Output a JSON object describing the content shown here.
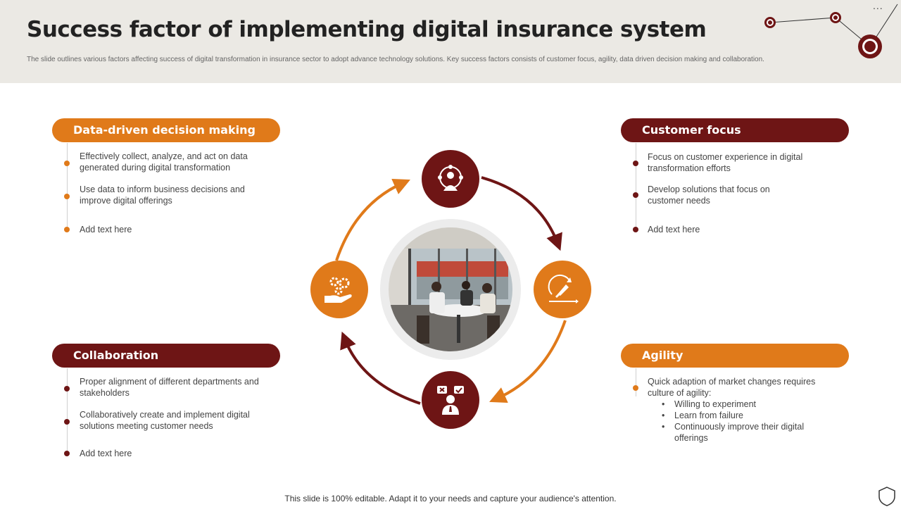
{
  "header": {
    "title": "Success factor of implementing digital insurance system",
    "subtitle": "The slide outlines various factors affecting success of digital transformation in insurance sector to adopt advance technology solutions. Key success factors consists of customer focus, agility, data driven decision making  and collaboration.",
    "menu": "..."
  },
  "colors": {
    "orange": "#e07a1a",
    "maroon": "#6e1515",
    "header_bg": "#ebe9e4"
  },
  "sections": {
    "data_driven": {
      "title": "Data-driven decision making",
      "items": [
        "Effectively  collect,  analyze,  and  act on data generated  during  digital transformation",
        "Use data to inform  business decisions and improve  digital offerings",
        "Add text here"
      ]
    },
    "customer_focus": {
      "title": "Customer focus",
      "items": [
        "Focus on customer experience  in digital transformation  efforts",
        "Develop  solutions that focus on customer needs",
        "Add text here"
      ]
    },
    "collaboration": {
      "title": "Collaboration",
      "items": [
        "Proper alignment  of different  departments and stakeholders",
        "Collaboratively  create and implement  digital solutions meeting customer needs",
        "Add text here"
      ]
    },
    "agility": {
      "title": "Agility",
      "intro": "Quick adaption  of market changes requires culture of agility:",
      "bullets": [
        "Willing to experiment",
        "Learn from failure",
        "Continuously  improve  their digital offerings"
      ]
    }
  },
  "icons": {
    "top": "customer-target-icon",
    "right": "rocket-agility-icon",
    "bottom": "team-decision-icon",
    "left": "hand-gears-icon",
    "center": "meeting-photo"
  },
  "footer": "This slide is 100% editable. Adapt it to your needs and capture your audience's attention."
}
